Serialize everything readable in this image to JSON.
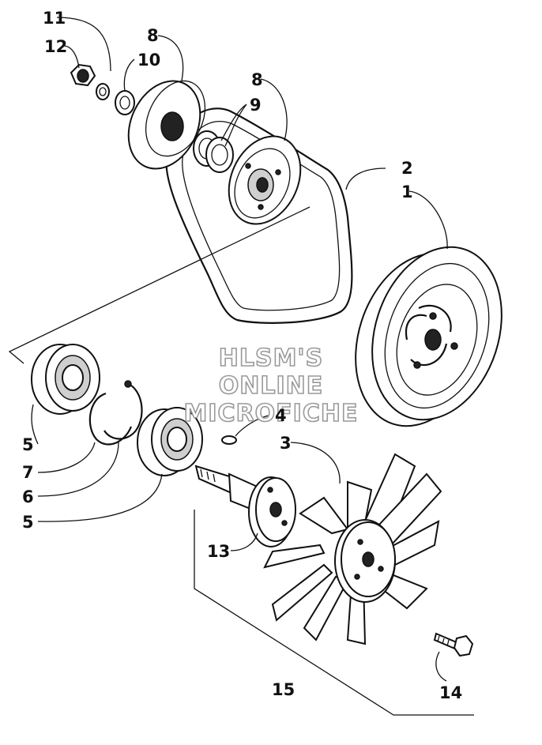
{
  "callouts": {
    "c1": "1",
    "c2": "2",
    "c3": "3",
    "c4": "4",
    "c5a": "5",
    "c5b": "5",
    "c6": "6",
    "c7": "7",
    "c8a": "8",
    "c8b": "8",
    "c9": "9",
    "c10": "10",
    "c11": "11",
    "c12": "12",
    "c13": "13",
    "c14": "14",
    "c15": "15"
  },
  "watermark": {
    "line1": "HLSM'S",
    "line2": "ONLINE",
    "line3": "MICROFICHE"
  }
}
